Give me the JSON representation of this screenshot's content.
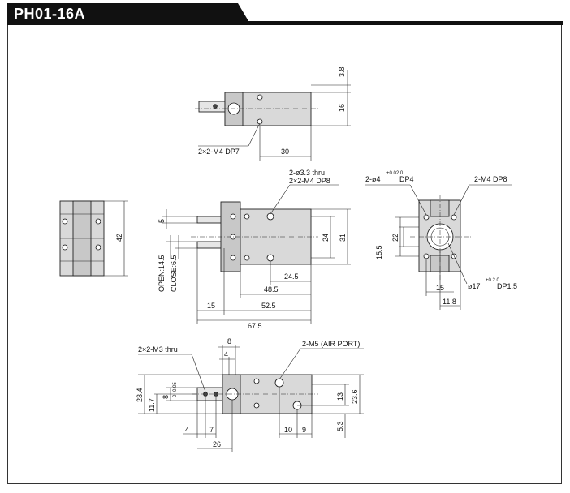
{
  "title": "PH01-16A",
  "top_view": {
    "dim_height_small": "3.8",
    "dim_height": "16",
    "note_mount": "2×2-M4 DP7",
    "dim_width": "30"
  },
  "side_view": {
    "dim_height": "42"
  },
  "front_view": {
    "note_thru": "2-ø3.3 thru",
    "note_tap": "2×2-M4 DP8",
    "dim_5": "5",
    "dim_open": "OPEN:14.5",
    "dim_close": "CLOSE:6.5",
    "dim_24": "24",
    "dim_31": "31",
    "dim_24_5": "24.5",
    "dim_48_5": "48.5",
    "dim_15": "15",
    "dim_52_5": "52.5",
    "dim_67_5": "67.5"
  },
  "end_view": {
    "note_pin": "2-ø4",
    "note_pin_tol": "+0.02 0",
    "note_pin_dp": "DP4",
    "note_tap": "2-M4 DP8",
    "dim_22": "22",
    "dim_15_5": "15.5",
    "dim_15": "15",
    "dim_11_8": "11.8",
    "note_bore": "ø17",
    "note_bore_tol": "+0.2 0",
    "note_bore_dp": "DP1.5"
  },
  "bottom_view": {
    "note_thru": "2×2-M3 thru",
    "note_port": "2-M5 (AIR PORT)",
    "dim_8_top": "8",
    "dim_4_top": "4",
    "dim_23_4": "23.4",
    "dim_11_7": "11.7",
    "dim_8": "8",
    "dim_8_tol": "0 -0.05",
    "dim_13": "13",
    "dim_23_6": "23.6",
    "dim_5_3": "5.3",
    "dim_4": "4",
    "dim_7": "7",
    "dim_26": "26",
    "dim_10": "10",
    "dim_9": "9"
  },
  "colors": {
    "header_bg": "#111111",
    "header_text": "#ffffff",
    "part_fill": "#d9d9d9"
  }
}
